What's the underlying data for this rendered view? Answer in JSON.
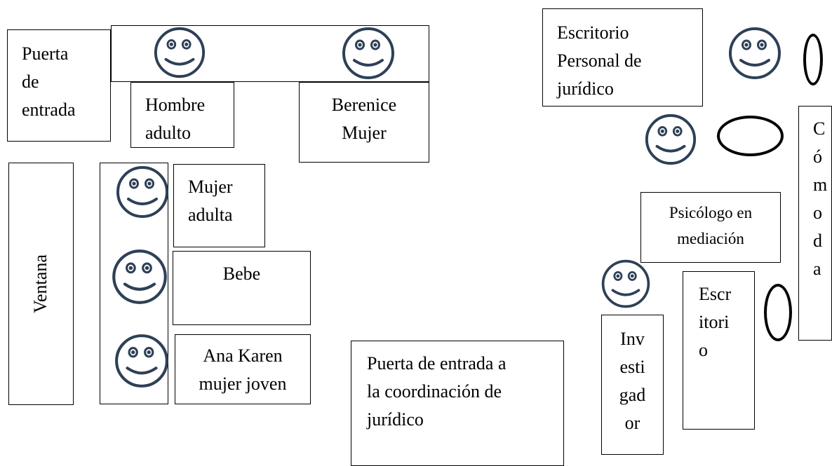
{
  "colors": {
    "smiley": "#2E4057",
    "line": "#000000",
    "background": "#FFFFFF"
  },
  "labels": {
    "puerta_entrada": [
      "Puerta",
      "de",
      "entrada"
    ],
    "hombre": [
      "Hombre",
      "adulto"
    ],
    "berenice": [
      "Berenice",
      "Mujer"
    ],
    "ventana": "Ventana",
    "mujer_adulta": [
      "Mujer",
      "adulta"
    ],
    "bebe": "Bebe",
    "ana_karen": [
      "Ana Karen",
      "mujer joven"
    ],
    "puerta_coordinacion": [
      "Puerta de entrada a",
      "la coordinación de",
      "jurídico"
    ],
    "escritorio_personal": [
      "Escritorio",
      "Personal de",
      "jurídico"
    ],
    "comoda": [
      "C",
      "ó",
      "m",
      "o",
      "d",
      "a"
    ],
    "psicologo": [
      "Psicólogo en",
      "mediación"
    ],
    "escritorio": [
      "Escr",
      "itori",
      "o"
    ],
    "investigador": [
      "Inv",
      "esti",
      "gad",
      "or"
    ]
  },
  "icons": {
    "person": "smiley-face-icon",
    "chair": "oval-chair-icon"
  }
}
